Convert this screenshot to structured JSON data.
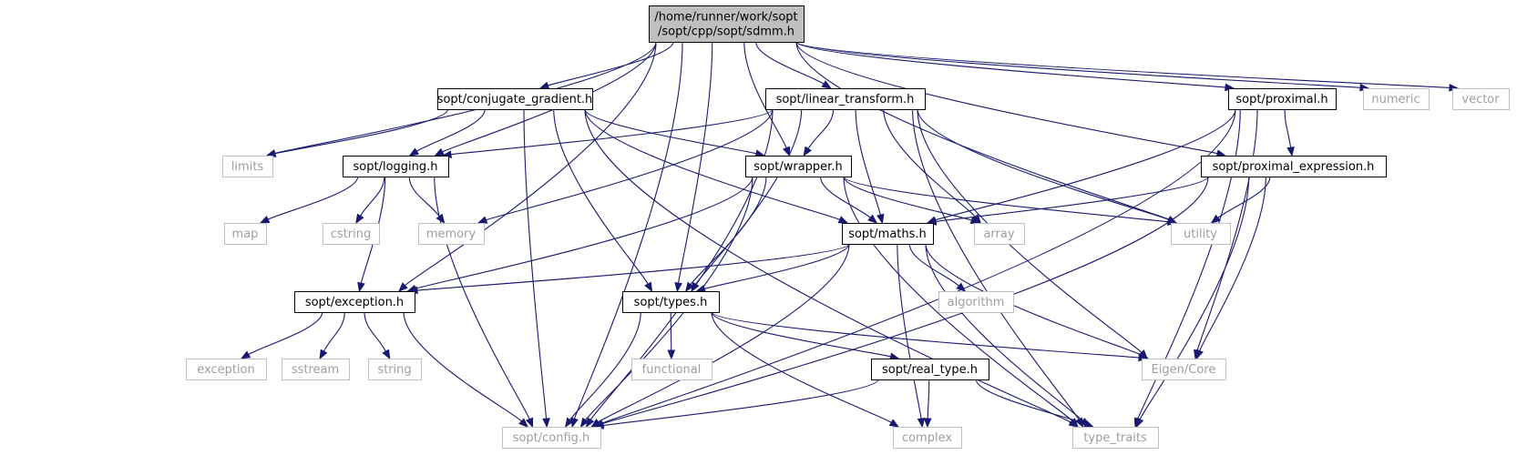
{
  "nodes": [
    {
      "id": "sdmm",
      "lines": [
        "/home/runner/work/sopt",
        "/sopt/cpp/sopt/sdmm.h"
      ],
      "kind": "root"
    },
    {
      "id": "cg",
      "lines": [
        "sopt/conjugate_gradient.h"
      ],
      "kind": "project"
    },
    {
      "id": "lt",
      "lines": [
        "sopt/linear_transform.h"
      ],
      "kind": "project"
    },
    {
      "id": "prox",
      "lines": [
        "sopt/proximal.h"
      ],
      "kind": "project"
    },
    {
      "id": "numeric",
      "lines": [
        "numeric"
      ],
      "kind": "external"
    },
    {
      "id": "vector",
      "lines": [
        "vector"
      ],
      "kind": "external"
    },
    {
      "id": "limits",
      "lines": [
        "limits"
      ],
      "kind": "external"
    },
    {
      "id": "logging",
      "lines": [
        "sopt/logging.h"
      ],
      "kind": "project"
    },
    {
      "id": "wrapper",
      "lines": [
        "sopt/wrapper.h"
      ],
      "kind": "project"
    },
    {
      "id": "proxexpr",
      "lines": [
        "sopt/proximal_expression.h"
      ],
      "kind": "project"
    },
    {
      "id": "map",
      "lines": [
        "map"
      ],
      "kind": "external"
    },
    {
      "id": "cstring",
      "lines": [
        "cstring"
      ],
      "kind": "external"
    },
    {
      "id": "memory",
      "lines": [
        "memory"
      ],
      "kind": "external"
    },
    {
      "id": "maths",
      "lines": [
        "sopt/maths.h"
      ],
      "kind": "project"
    },
    {
      "id": "array",
      "lines": [
        "array"
      ],
      "kind": "external"
    },
    {
      "id": "utility",
      "lines": [
        "utility"
      ],
      "kind": "external"
    },
    {
      "id": "exception",
      "lines": [
        "sopt/exception.h"
      ],
      "kind": "project"
    },
    {
      "id": "types",
      "lines": [
        "sopt/types.h"
      ],
      "kind": "project"
    },
    {
      "id": "algorithm",
      "lines": [
        "algorithm"
      ],
      "kind": "external"
    },
    {
      "id": "exc",
      "lines": [
        "exception"
      ],
      "kind": "external"
    },
    {
      "id": "sstream",
      "lines": [
        "sstream"
      ],
      "kind": "external"
    },
    {
      "id": "string",
      "lines": [
        "string"
      ],
      "kind": "external"
    },
    {
      "id": "functional",
      "lines": [
        "functional"
      ],
      "kind": "external"
    },
    {
      "id": "realtype",
      "lines": [
        "sopt/real_type.h"
      ],
      "kind": "project"
    },
    {
      "id": "eigen",
      "lines": [
        "Eigen/Core"
      ],
      "kind": "external"
    },
    {
      "id": "config",
      "lines": [
        "sopt/config.h"
      ],
      "kind": "external"
    },
    {
      "id": "complex",
      "lines": [
        "complex"
      ],
      "kind": "external"
    },
    {
      "id": "typetraits",
      "lines": [
        "type_traits"
      ],
      "kind": "external"
    }
  ],
  "edges": [
    [
      "sdmm",
      "cg"
    ],
    [
      "sdmm",
      "lt"
    ],
    [
      "sdmm",
      "prox"
    ],
    [
      "sdmm",
      "numeric"
    ],
    [
      "sdmm",
      "vector"
    ],
    [
      "sdmm",
      "limits"
    ],
    [
      "sdmm",
      "logging"
    ],
    [
      "sdmm",
      "wrapper"
    ],
    [
      "sdmm",
      "proxexpr"
    ],
    [
      "sdmm",
      "utility"
    ],
    [
      "sdmm",
      "exception"
    ],
    [
      "sdmm",
      "types"
    ],
    [
      "sdmm",
      "config"
    ],
    [
      "cg",
      "limits"
    ],
    [
      "cg",
      "logging"
    ],
    [
      "cg",
      "wrapper"
    ],
    [
      "cg",
      "maths"
    ],
    [
      "cg",
      "types"
    ],
    [
      "cg",
      "config"
    ],
    [
      "cg",
      "typetraits"
    ],
    [
      "lt",
      "logging"
    ],
    [
      "lt",
      "wrapper"
    ],
    [
      "lt",
      "memory"
    ],
    [
      "lt",
      "maths"
    ],
    [
      "lt",
      "array"
    ],
    [
      "lt",
      "utility"
    ],
    [
      "lt",
      "types"
    ],
    [
      "lt",
      "config"
    ],
    [
      "lt",
      "eigen"
    ],
    [
      "lt",
      "typetraits"
    ],
    [
      "prox",
      "proxexpr"
    ],
    [
      "prox",
      "maths"
    ],
    [
      "prox",
      "eigen"
    ],
    [
      "prox",
      "config"
    ],
    [
      "prox",
      "typetraits"
    ],
    [
      "logging",
      "map"
    ],
    [
      "logging",
      "cstring"
    ],
    [
      "logging",
      "memory"
    ],
    [
      "logging",
      "exception"
    ],
    [
      "logging",
      "config"
    ],
    [
      "wrapper",
      "maths"
    ],
    [
      "wrapper",
      "array"
    ],
    [
      "wrapper",
      "utility"
    ],
    [
      "wrapper",
      "exception"
    ],
    [
      "wrapper",
      "types"
    ],
    [
      "wrapper",
      "config"
    ],
    [
      "wrapper",
      "typetraits"
    ],
    [
      "proxexpr",
      "maths"
    ],
    [
      "proxexpr",
      "utility"
    ],
    [
      "proxexpr",
      "eigen"
    ],
    [
      "proxexpr",
      "config"
    ],
    [
      "proxexpr",
      "typetraits"
    ],
    [
      "maths",
      "exception"
    ],
    [
      "maths",
      "types"
    ],
    [
      "maths",
      "algorithm"
    ],
    [
      "maths",
      "eigen"
    ],
    [
      "maths",
      "config"
    ],
    [
      "maths",
      "complex"
    ],
    [
      "maths",
      "typetraits"
    ],
    [
      "exception",
      "exc"
    ],
    [
      "exception",
      "sstream"
    ],
    [
      "exception",
      "string"
    ],
    [
      "exception",
      "config"
    ],
    [
      "types",
      "functional"
    ],
    [
      "types",
      "realtype"
    ],
    [
      "types",
      "eigen"
    ],
    [
      "types",
      "config"
    ],
    [
      "types",
      "complex"
    ],
    [
      "realtype",
      "config"
    ],
    [
      "realtype",
      "complex"
    ],
    [
      "realtype",
      "typetraits"
    ]
  ]
}
